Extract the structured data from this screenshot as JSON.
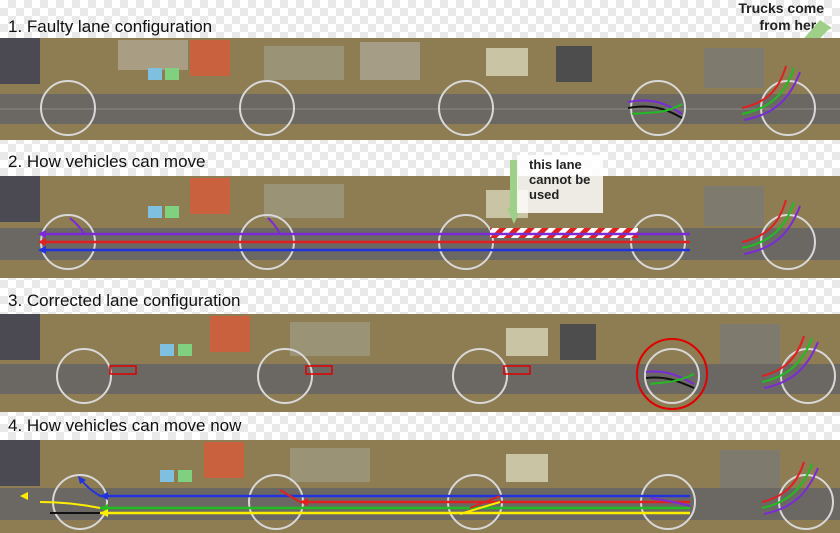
{
  "sections": {
    "s1": "1. Faulty lane configuration",
    "s2": "2. How vehicles can move",
    "s3": "3. Corrected lane configuration",
    "s4": "4. How vehicles can move now"
  },
  "callouts": {
    "trucks_line1": "Trucks come",
    "trucks_line2": "from here",
    "lane_line1": "this lane",
    "lane_line2": "cannot be",
    "lane_line3": "used"
  },
  "colors": {
    "road": "#6b6864",
    "ground": "#8e7c52",
    "red_lane": "#e02020",
    "blue_lane": "#2233dd",
    "purple_lane": "#7a2bd6",
    "green_lane": "#22bb22",
    "yellow_lane": "#ffee00",
    "callout_arrow": "#9ed08a",
    "highlight": "#e00000"
  }
}
